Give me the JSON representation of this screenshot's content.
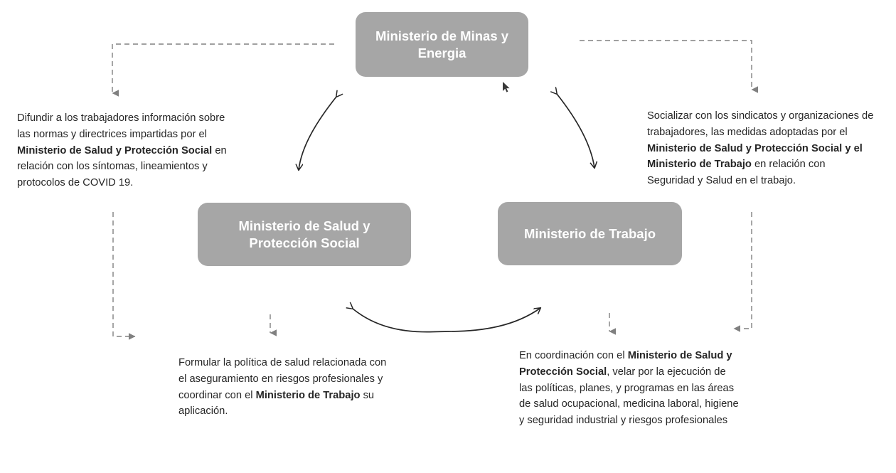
{
  "diagram": {
    "title_nodes": {
      "minas": "Ministerio de Minas y Energia",
      "salud": "Ministerio de Salud y Protección Social",
      "trabajo": "Ministerio de Trabajo"
    },
    "colors": {
      "node_fill": "#a6a6a6",
      "node_text": "#ffffff",
      "body_text": "#262626",
      "dashed_connector": "#808080",
      "curved_arrow": "#262626",
      "background": "#ffffff"
    },
    "descriptions": {
      "left": {
        "id": "difundir",
        "segments": [
          {
            "text": "Difundir a los trabajadores información sobre las normas y directrices impartidas por el ",
            "bold": false
          },
          {
            "text": "Ministerio de Salud y Protección Social",
            "bold": true
          },
          {
            "text": " en relación con los síntomas, lineamientos y protocolos de COVID 19.",
            "bold": false
          }
        ]
      },
      "right": {
        "id": "socializar",
        "segments": [
          {
            "text": "Socializar con los sindicatos y organizaciones de trabajadores, las medidas adoptadas por el ",
            "bold": false
          },
          {
            "text": "Ministerio de Salud y Protección Social y el Ministerio de Trabajo",
            "bold": true
          },
          {
            "text": " en relación con Seguridad y Salud en el trabajo.",
            "bold": false
          }
        ]
      },
      "bottom_left": {
        "id": "formular",
        "segments": [
          {
            "text": "Formular la política de salud relacionada con el aseguramiento en riesgos profesionales y coordinar con el ",
            "bold": false
          },
          {
            "text": "Ministerio de Trabajo",
            "bold": true
          },
          {
            "text": " su aplicación.",
            "bold": false
          }
        ]
      },
      "bottom_right": {
        "id": "coordinacion",
        "segments": [
          {
            "text": "En coordinación con el ",
            "bold": false
          },
          {
            "text": "Ministerio de Salud y Protección Social",
            "bold": true
          },
          {
            "text": ", velar por la ejecución de las políticas, planes, y programas en las áreas de salud ocupacional, medicina laboral, higiene y seguridad industrial y riesgos profesionales",
            "bold": false
          }
        ]
      }
    },
    "connectors": [
      {
        "name": "minas-to-left-description",
        "style": "dashed",
        "shape": "elbow",
        "arrowhead": "down"
      },
      {
        "name": "minas-to-right-description",
        "style": "dashed",
        "shape": "elbow",
        "arrowhead": "down"
      },
      {
        "name": "left-description-to-bottom",
        "style": "dashed",
        "shape": "elbow",
        "arrowhead": "right"
      },
      {
        "name": "right-description-to-bottom",
        "style": "dashed",
        "shape": "elbow",
        "arrowhead": "left"
      },
      {
        "name": "salud-to-bottom-left-description",
        "style": "dashed",
        "shape": "vertical",
        "arrowhead": "down"
      },
      {
        "name": "trabajo-to-bottom-right-description",
        "style": "dashed",
        "shape": "vertical",
        "arrowhead": "down"
      },
      {
        "name": "minas-salud-double-arrow",
        "style": "solid-curved",
        "shape": "curve",
        "arrowhead": "both"
      },
      {
        "name": "minas-trabajo-double-arrow",
        "style": "solid-curved",
        "shape": "curve",
        "arrowhead": "both"
      },
      {
        "name": "salud-trabajo-double-arrow",
        "style": "solid-curved",
        "shape": "curve",
        "arrowhead": "both"
      }
    ]
  }
}
